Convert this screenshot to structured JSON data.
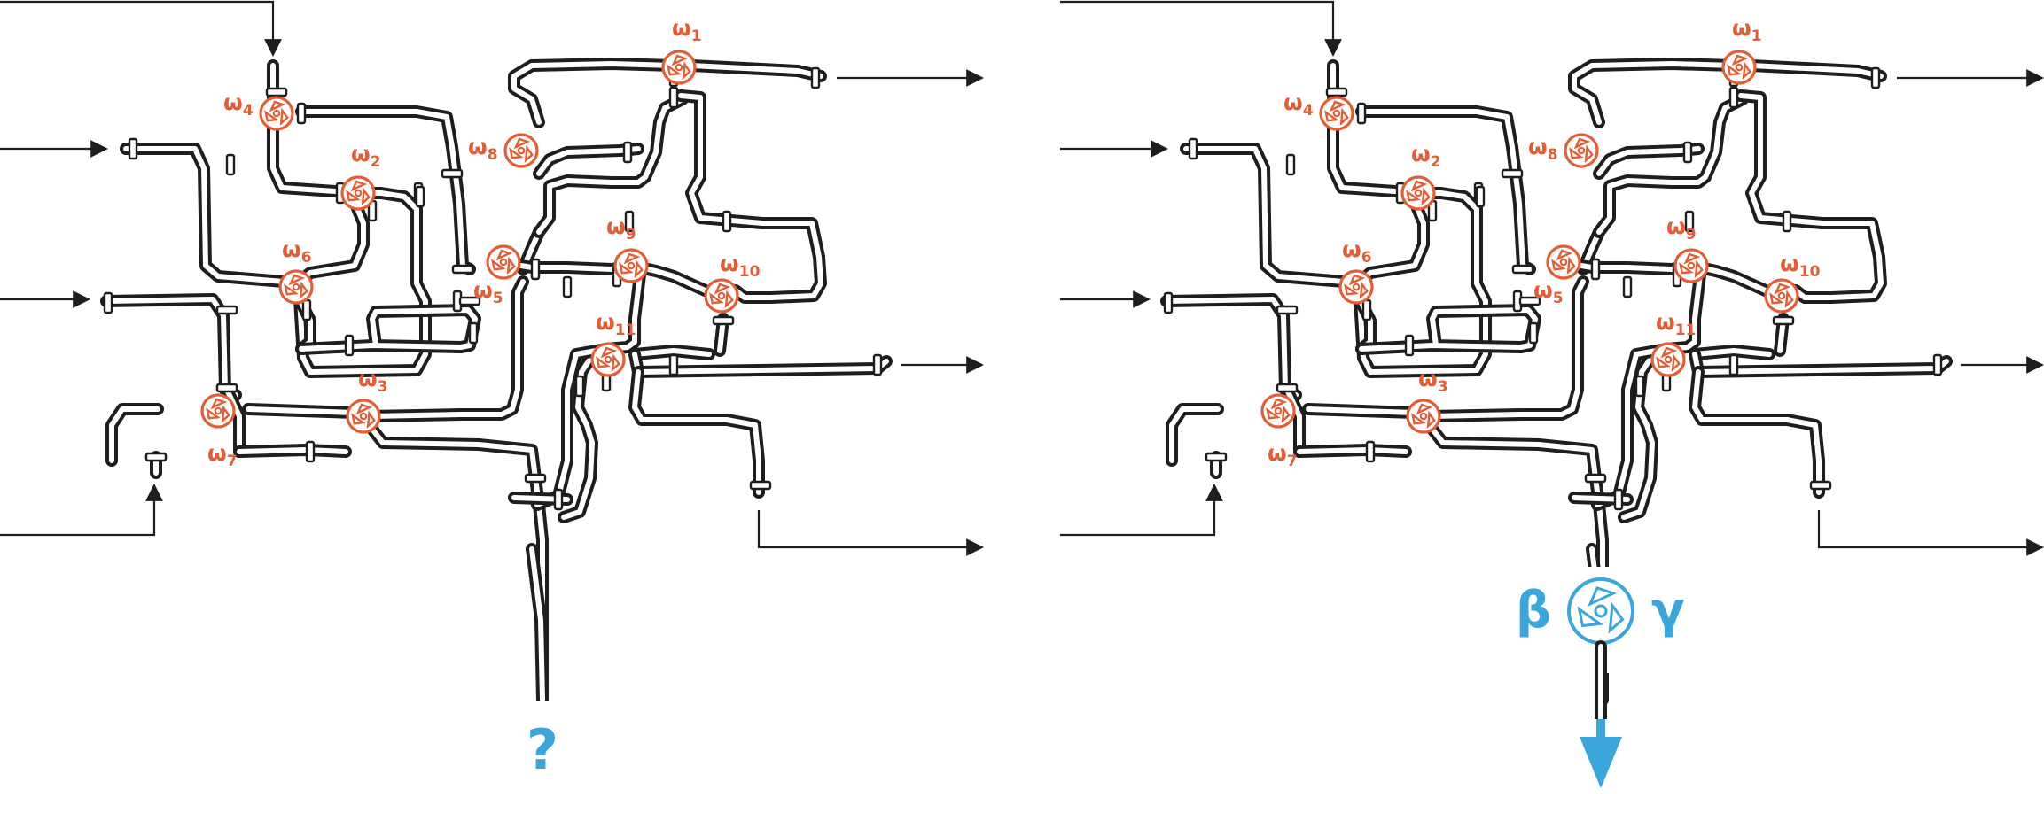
{
  "panels": [
    {
      "name": "left-panel"
    },
    {
      "name": "right-panel"
    }
  ],
  "valves": [
    {
      "base": "ω",
      "sub": "1"
    },
    {
      "base": "ω",
      "sub": "2"
    },
    {
      "base": "ω",
      "sub": "3"
    },
    {
      "base": "ω",
      "sub": "4"
    },
    {
      "base": "ω",
      "sub": "5"
    },
    {
      "base": "ω",
      "sub": "6"
    },
    {
      "base": "ω",
      "sub": "7"
    },
    {
      "base": "ω",
      "sub": "8"
    },
    {
      "base": "ω",
      "sub": "9"
    },
    {
      "base": "ω",
      "sub": "10"
    },
    {
      "base": "ω",
      "sub": "11"
    }
  ],
  "left_panel": {
    "outlet_symbol": "?"
  },
  "right_panel": {
    "new_valve_left_label": "β",
    "new_valve_right_label": "γ",
    "outlet_symbol": "arrow-down-icon"
  },
  "colors": {
    "valve": "#e35d35",
    "highlight": "#3aa6dc",
    "pipe": "#1e1e1e"
  }
}
